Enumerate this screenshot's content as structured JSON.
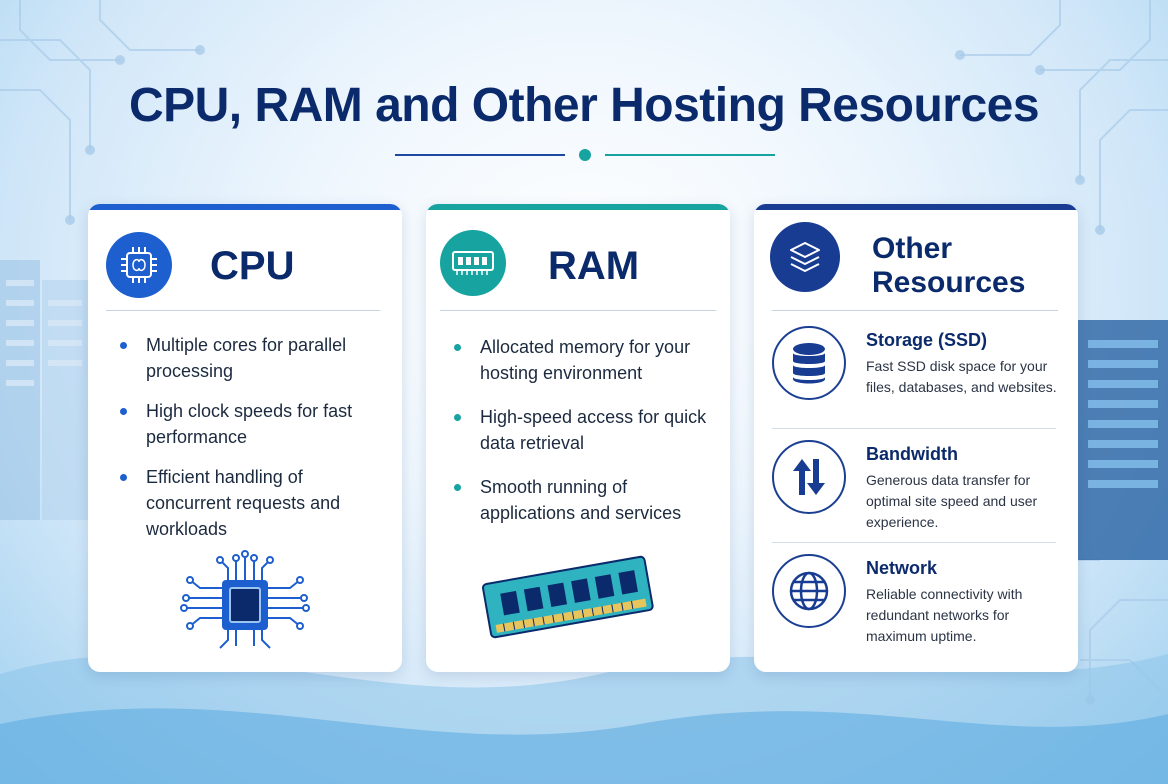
{
  "title": "CPU, RAM and Other Hosting Resources",
  "cpu": {
    "title": "CPU",
    "bullets": [
      "Multiple cores for parallel processing",
      "High clock speeds for fast performance",
      "Efficient handling of concurrent requests and workloads"
    ]
  },
  "ram": {
    "title": "RAM",
    "bullets": [
      "Allocated memory for your hosting environment",
      "High-speed access for quick data retrieval",
      "Smooth running of applications and services"
    ]
  },
  "other": {
    "title_line1": "Other",
    "title_line2": "Resources",
    "items": [
      {
        "title": "Storage (SSD)",
        "description": "Fast SSD disk space for your files, databases, and websites.",
        "icon": "database-icon"
      },
      {
        "title": "Bandwidth",
        "description": "Generous data transfer for optimal site speed and user experience.",
        "icon": "up-down-arrows-icon"
      },
      {
        "title": "Network",
        "description": "Reliable connectivity with redundant networks for maximum uptime.",
        "icon": "globe-icon"
      }
    ]
  },
  "colors": {
    "navy": "#0b2a6b",
    "cpu_accent": "#1e5fcf",
    "ram_accent": "#17a3a0",
    "other_accent": "#173c92"
  }
}
